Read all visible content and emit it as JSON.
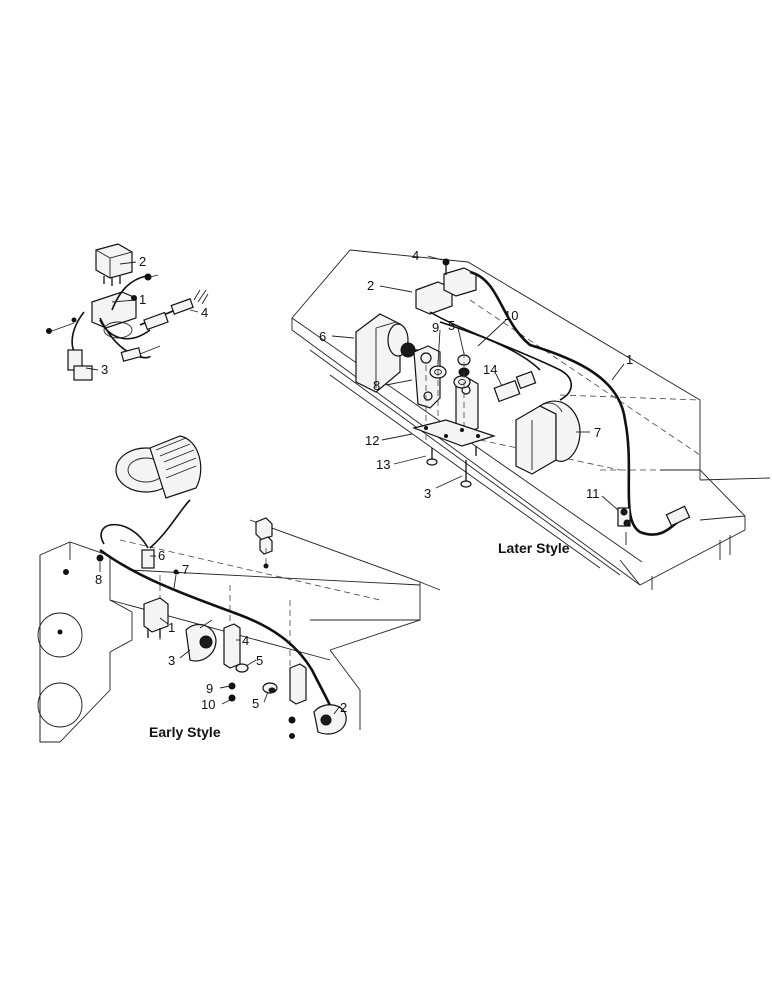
{
  "labels": {
    "later_style": "Later Style",
    "early_style": "Early Style"
  },
  "inset_callouts": [
    "2",
    "1",
    "4",
    "3"
  ],
  "later_callouts": [
    "4",
    "2",
    "6",
    "9",
    "5",
    "10",
    "1",
    "8",
    "14",
    "7",
    "12",
    "13",
    "3",
    "11"
  ],
  "early_callouts": [
    "8",
    "6",
    "7",
    "1",
    "4",
    "3",
    "5",
    "9",
    "10",
    "5",
    "2"
  ]
}
